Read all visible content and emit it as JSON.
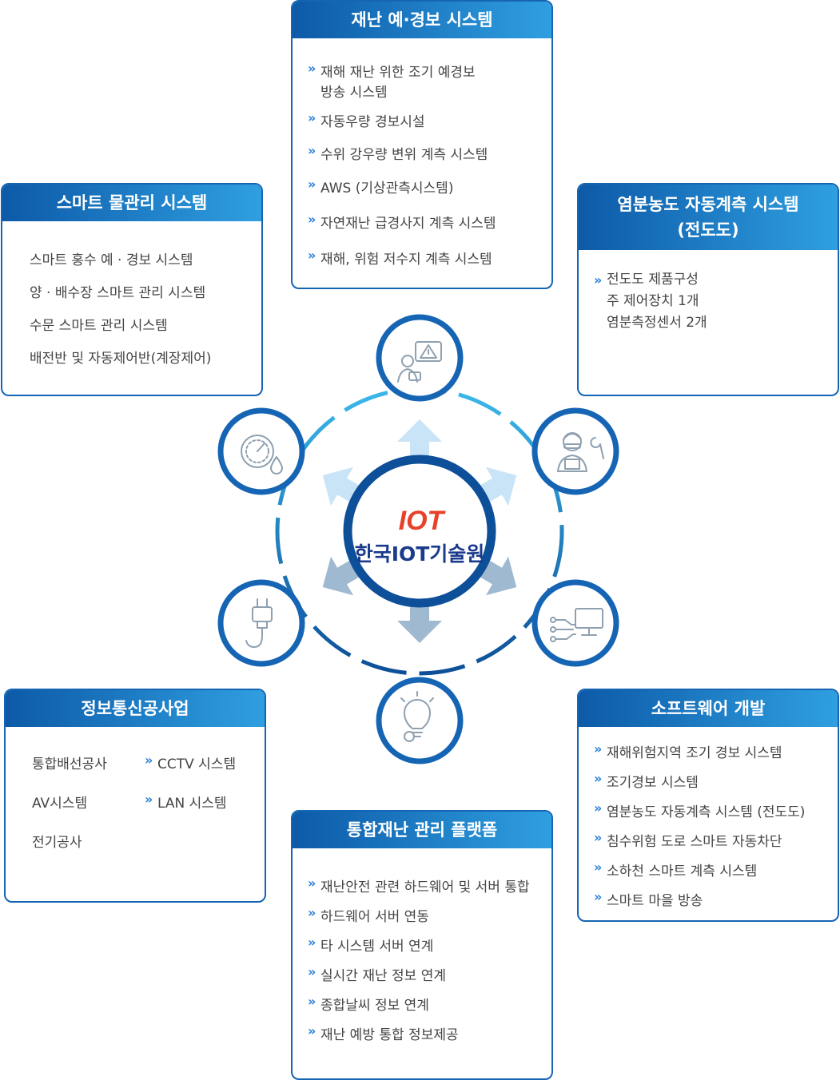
{
  "center": {
    "logo_mark": "IOT",
    "name": "한국IOT기술원"
  },
  "cards": {
    "disaster_alert": {
      "title": "재난 예·경보 시스템",
      "items": [
        "재해 재난 위한 조기 예경보\n방송 시스템",
        "자동우량 경보시설",
        "수위 강우량 변위 계측 시스템",
        "AWS (기상관측시스템)",
        "자연재난 급경사지 계측 시스템",
        "재해, 위험 저수지 계측 시스템"
      ]
    },
    "smart_water": {
      "title": "스마트 물관리 시스템",
      "items": [
        "스마트 홍수 예 · 경보 시스템",
        "양 · 배수장 스마트 관리 시스템",
        "수문 스마트 관리 시스템",
        "배전반 및 자동제어반(계장제어)"
      ]
    },
    "salinity": {
      "title": "염분농도 자동계측 시스템\n(전도도)",
      "items": [
        "전도도 제품구성\n주 제어장치 1개\n염분측정센서 2개"
      ]
    },
    "telecom": {
      "title": "정보통신공사업",
      "left_items": [
        "통합배선공사",
        "AV시스템",
        "전기공사"
      ],
      "right_items": [
        "CCTV 시스템",
        "LAN 시스템"
      ]
    },
    "platform": {
      "title": "통합재난 관리 플랫폼",
      "items": [
        "재난안전 관련 하드웨어 및 서버 통합",
        "하드웨어 서버 연동",
        "타 시스템 서버 연계",
        "실시간 재난 정보 연계",
        "종합날씨 정보 연계",
        "재난 예방 통합 정보제공"
      ]
    },
    "software": {
      "title": "소프트웨어 개발",
      "items": [
        "재해위험지역 조기 경보 시스템",
        "조기경보 시스템",
        "염분농도 자동계측 시스템 (전도도)",
        "침수위험 도로 스마트 자동차단",
        "소하천 스마트 계측 시스템",
        "스마트 마을 방송"
      ]
    }
  },
  "arrow_glyph": "»",
  "colors": {
    "primary": "#1565b4",
    "accent": "#2f9fe0",
    "ring_light": "#3bb0e6",
    "arrow_light": "#c9e4f7",
    "arrow_dark": "#9fb9d0"
  },
  "icons": [
    "alert-person-icon",
    "engineer-wrench-icon",
    "computer-network-icon",
    "lightbulb-gear-icon",
    "power-plug-icon",
    "gauge-water-drop-icon"
  ]
}
